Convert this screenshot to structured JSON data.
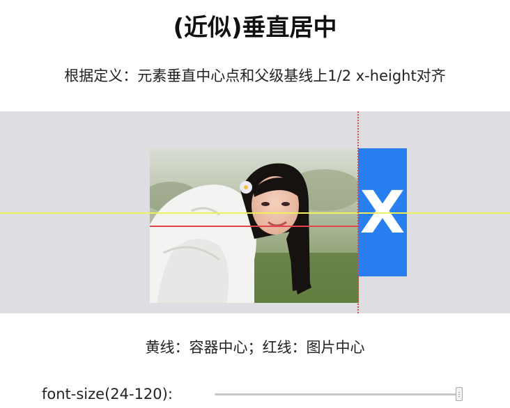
{
  "header": {
    "title": "(近似)垂直居中",
    "subtitle": "根据定义：元素垂直中心点和父级基线上1/2 x-height对齐"
  },
  "demo": {
    "x_letter": "X",
    "colors": {
      "container_bg": "#dedde2",
      "x_box_bg": "#2a7ff0",
      "yellow_line": "#f1ef5a",
      "red_line": "#e0444a"
    },
    "image_icon": "photo-icon"
  },
  "legend": {
    "caption": "黄线：容器中心；红线：图片中心"
  },
  "controls": {
    "font_size_label": "font-size(24-120):",
    "font_size_min": 24,
    "font_size_max": 120,
    "font_size_value": 120
  }
}
